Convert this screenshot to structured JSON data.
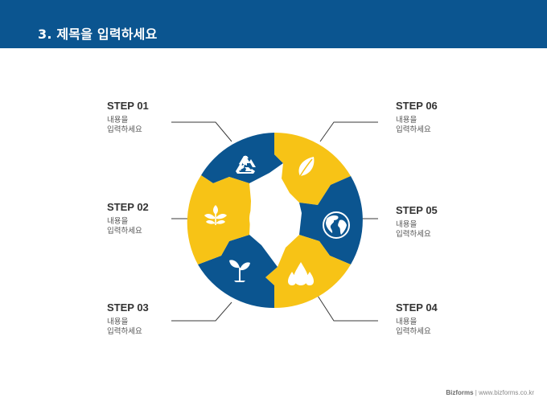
{
  "header": {
    "title": "3. 제목을 입력하세요"
  },
  "colors": {
    "title_bar": "#0b5590",
    "blue": "#0b5590",
    "yellow": "#f7c316",
    "connector": "#3a3a3a"
  },
  "steps": [
    {
      "title": "STEP 01",
      "desc_line1": "내용을",
      "desc_line2": "입력하세요",
      "icon": "recycle-icon",
      "color": "blue"
    },
    {
      "title": "STEP 02",
      "desc_line1": "내용을",
      "desc_line2": "입력하세요",
      "icon": "wheat-icon",
      "color": "yellow"
    },
    {
      "title": "STEP 03",
      "desc_line1": "내용을",
      "desc_line2": "입력하세요",
      "icon": "sprout-icon",
      "color": "blue"
    },
    {
      "title": "STEP 04",
      "desc_line1": "내용을",
      "desc_line2": "입력하세요",
      "icon": "water-drops-icon",
      "color": "yellow"
    },
    {
      "title": "STEP 05",
      "desc_line1": "내용을",
      "desc_line2": "입력하세요",
      "icon": "globe-icon",
      "color": "blue"
    },
    {
      "title": "STEP 06",
      "desc_line1": "내용을",
      "desc_line2": "입력하세요",
      "icon": "leaf-icon",
      "color": "yellow"
    }
  ],
  "footer": {
    "brand": "Bizforms",
    "separator": "|",
    "url": "www.bizforms.co.kr"
  }
}
